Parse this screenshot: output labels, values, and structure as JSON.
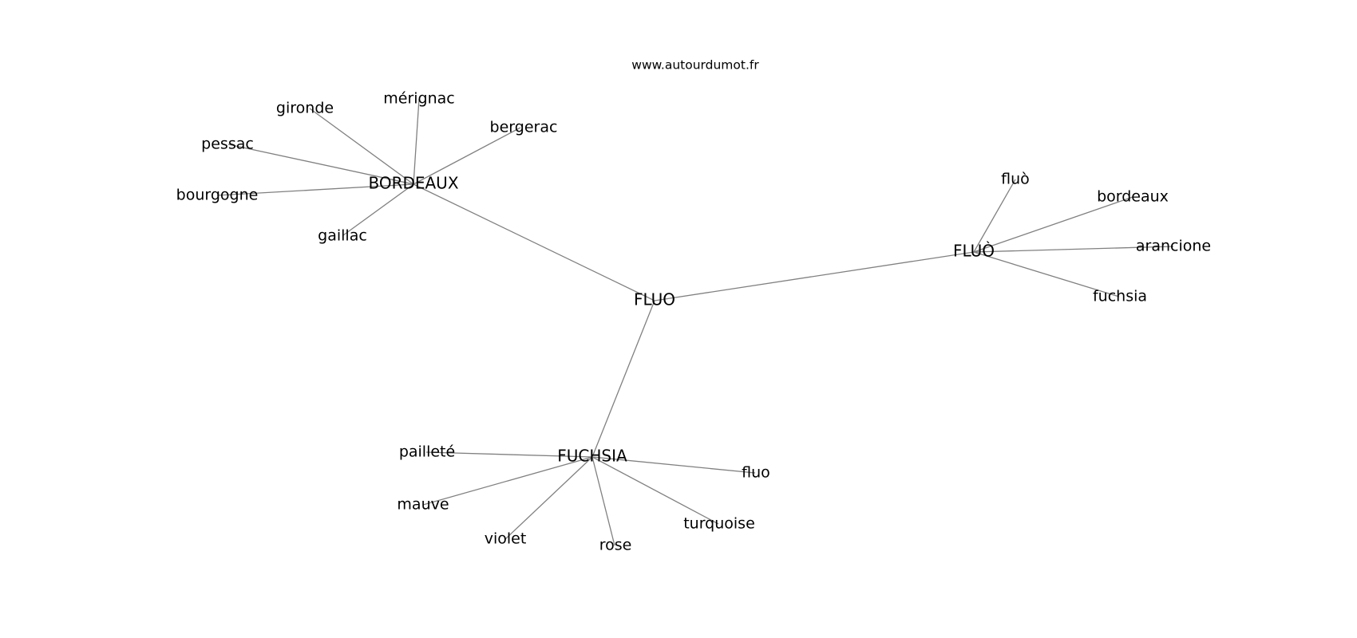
{
  "watermark": "www.autourdumot.fr",
  "colors": {
    "edge": "#808080",
    "text": "#000000",
    "background": "#ffffff"
  },
  "graph": {
    "center": "FLUO",
    "hubs": {
      "bordeaux": "BORDEAUX",
      "fluo_accent": "FLUÒ",
      "fuchsia": "FUCHSIA"
    },
    "leaves": {
      "bordeaux": [
        "gironde",
        "mérignac",
        "bergerac",
        "pessac",
        "bourgogne",
        "gaillac"
      ],
      "fluo_accent": [
        "fluò",
        "bordeaux",
        "arancione",
        "fuchsia"
      ],
      "fuchsia": [
        "pailleté",
        "fluo",
        "mauve",
        "turquoise",
        "violet",
        "rose"
      ]
    }
  }
}
